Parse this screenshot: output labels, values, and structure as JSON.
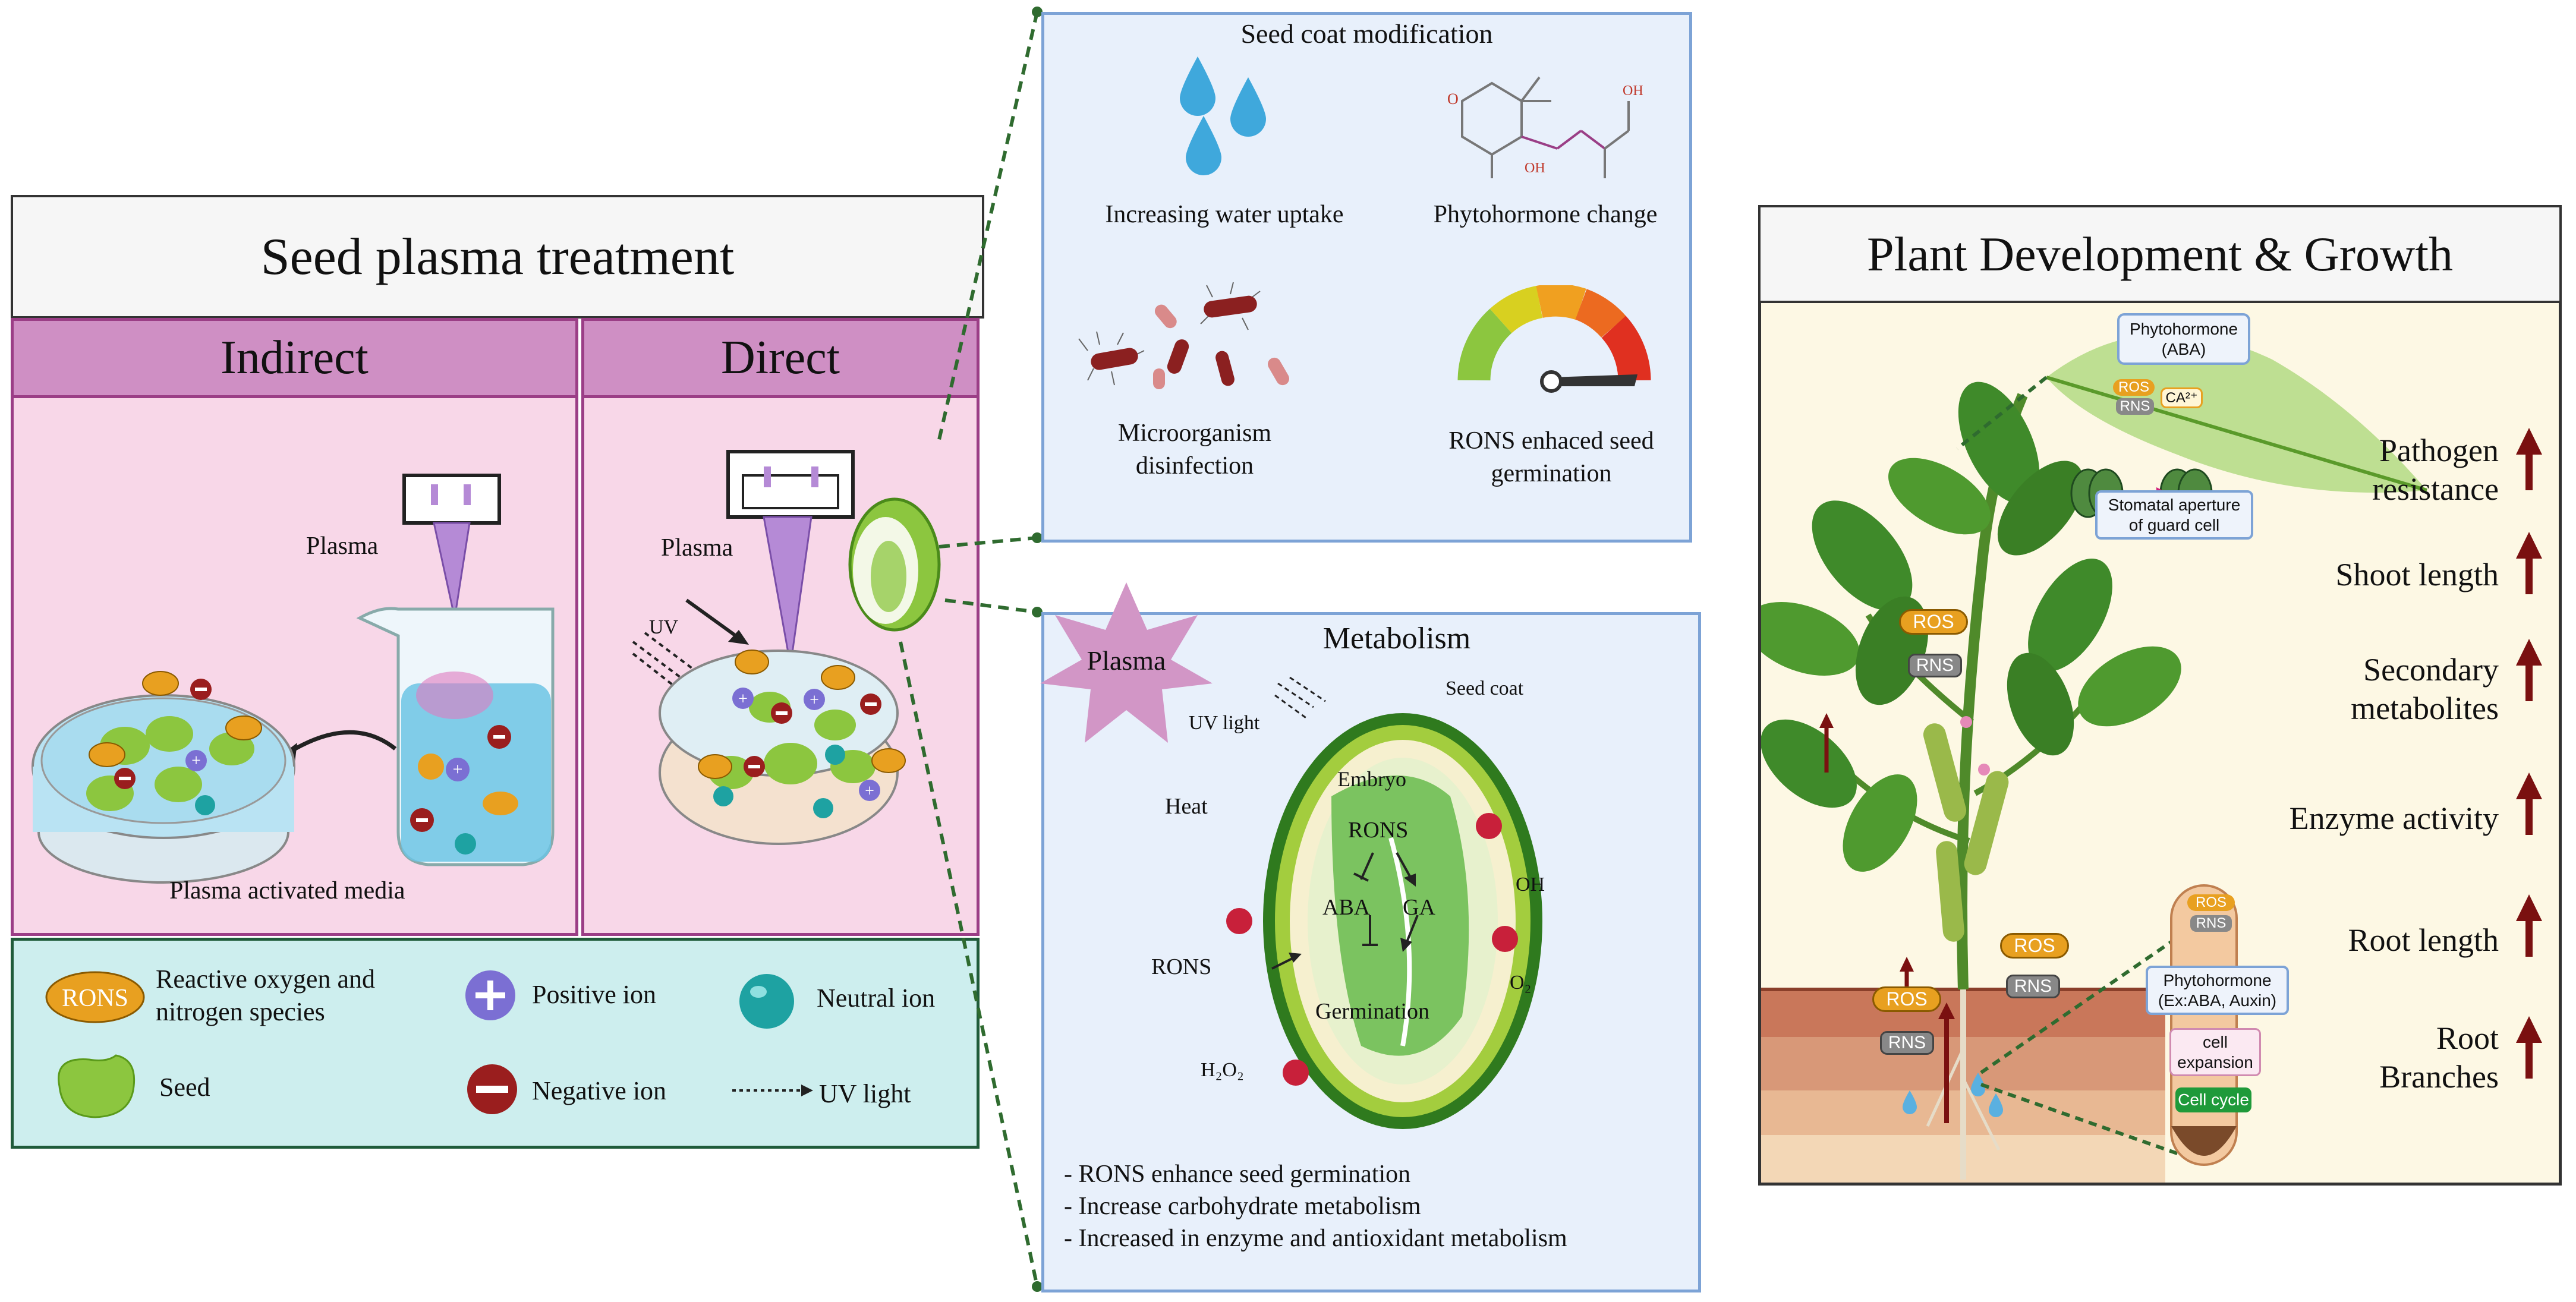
{
  "left": {
    "title": "Seed plasma treatment",
    "indirect_header": "Indirect",
    "direct_header": "Direct",
    "plasma_label_1": "Plasma",
    "plasma_label_2": "Plasma",
    "uv_label": "UV",
    "activated_media": "Plasma activated media",
    "badge_rons": "RONS"
  },
  "legend": {
    "rons_badge": "RONS",
    "rons_text": "Reactive oxygen and nitrogen species",
    "positive_ion": "Positive ion",
    "neutral_ion": "Neutral ion",
    "seed": "Seed",
    "negative_ion": "Negative ion",
    "uv_light": "UV light"
  },
  "seed_coat": {
    "title": "Seed coat modification",
    "water": "Increasing water uptake",
    "phytohormone": "Phytohormone change",
    "microorganism": "Microorganism disinfection",
    "rons_germination": "RONS enhaced seed germination",
    "chem_o": "O",
    "chem_oh": "OH",
    "chem_oh2": "OH"
  },
  "metabolism": {
    "title": "Metabolism",
    "plasma_star": "Plasma",
    "uv_light": "UV light",
    "seed_coat": "Seed coat",
    "embryo": "Embryo",
    "heat": "Heat",
    "rons_center": "RONS",
    "aba": "ABA",
    "ga": "GA",
    "germination": "Germination",
    "rons_side": "RONS",
    "oh": "OH",
    "o2": "O₂",
    "h2o2": "H₂O₂",
    "bullets": [
      "- RONS enhance seed germination",
      "- Increase carbohydrate metabolism",
      "- Increased in enzyme and antioxidant metabolism"
    ]
  },
  "right": {
    "title": "Plant Development & Growth",
    "items": [
      {
        "line1": "Pathogen",
        "line2": "resistance"
      },
      {
        "line1": "Shoot length",
        "line2": ""
      },
      {
        "line1": "Secondary",
        "line2": "metabolites"
      },
      {
        "line1": "Enzyme activity",
        "line2": ""
      },
      {
        "line1": "Root length",
        "line2": ""
      },
      {
        "line1": "Root",
        "line2": "Branches"
      }
    ],
    "leaf_callout": {
      "phytohormone": "Phytohormone (ABA)",
      "ros": "ROS",
      "rns": "RNS",
      "ca": "CA²⁺",
      "stomatal": "Stomatal aperture of guard cell"
    },
    "root_callout": {
      "ros": "ROS",
      "rns": "RNS",
      "phytohormone": "Phytohormone (Ex:ABA, Auxin)",
      "cell_expansion": "cell expansion",
      "cell_cycle": "Cell cycle"
    },
    "plant_labels": {
      "ros1": "ROS",
      "rns1": "RNS",
      "ros2": "ROS",
      "rns2": "RNS",
      "ros3": "ROS",
      "rns3": "RNS"
    }
  },
  "colors": {
    "pink_bg": "#f8d7e8",
    "tab_head": "#cf8fc4",
    "legend_bg": "#cdeeee",
    "blue_panel": "#e8f0fb",
    "right_bg": "#fdf8e4",
    "dark_red": "#7a1010",
    "rons_orange": "#e8a020"
  }
}
